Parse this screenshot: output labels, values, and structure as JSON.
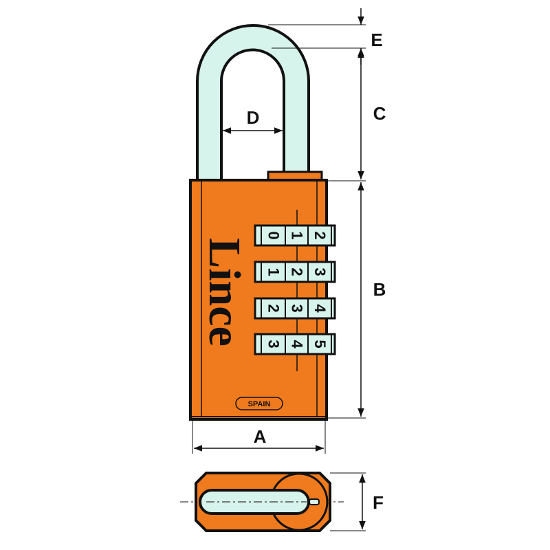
{
  "colors": {
    "body": "#f07a1e",
    "shackle": "#d6f3ec",
    "line": "#111111"
  },
  "brand": "Lince",
  "origin_label": "SPAIN",
  "dimensions": {
    "A": "A",
    "B": "B",
    "C": "C",
    "D": "D",
    "E": "E",
    "F": "F"
  },
  "dials": [
    [
      "0",
      "1",
      "2"
    ],
    [
      "1",
      "2",
      "3"
    ],
    [
      "2",
      "3",
      "4"
    ],
    [
      "3",
      "4",
      "5"
    ]
  ]
}
